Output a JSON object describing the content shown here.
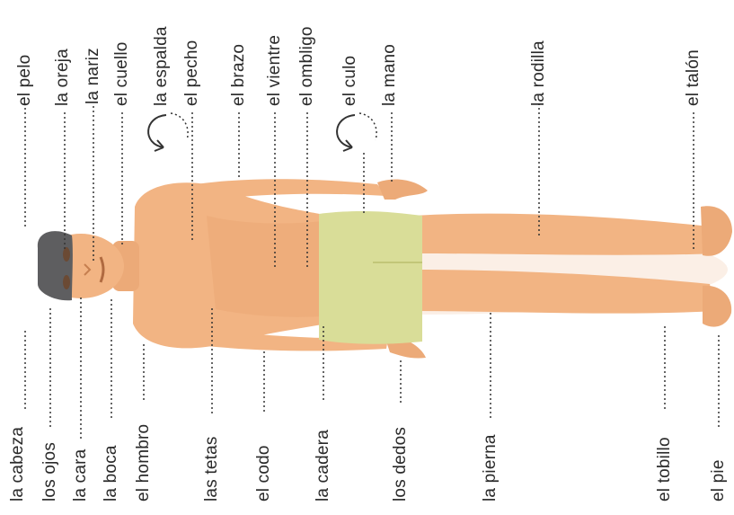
{
  "diagram": {
    "colors": {
      "skin": "#f2b483",
      "skin_shade": "#e39a67",
      "hair": "#5e5e60",
      "shorts": "#d9dd98",
      "leader": "#333333",
      "text": "#2a2a2a"
    },
    "labels_left": [
      {
        "id": "la-cabeza",
        "text": "la cabeza"
      },
      {
        "id": "los-ojos",
        "text": "los ojos"
      },
      {
        "id": "la-cara",
        "text": "la cara"
      },
      {
        "id": "la-boca",
        "text": "la boca"
      },
      {
        "id": "el-hombro",
        "text": "el hombro"
      },
      {
        "id": "las-tetas",
        "text": "las tetas"
      },
      {
        "id": "el-codo",
        "text": "el codo"
      },
      {
        "id": "la-cadera",
        "text": "la cadera"
      },
      {
        "id": "los-dedos",
        "text": "los dedos"
      },
      {
        "id": "la-pierna",
        "text": "la pierna"
      },
      {
        "id": "el-tobillo",
        "text": "el tobillo"
      },
      {
        "id": "el-pie",
        "text": "el pie"
      }
    ],
    "labels_right": [
      {
        "id": "el-pelo",
        "text": "el pelo"
      },
      {
        "id": "la-oreja",
        "text": "la oreja"
      },
      {
        "id": "la-nariz",
        "text": "la nariz"
      },
      {
        "id": "el-cuello",
        "text": "el cuello"
      },
      {
        "id": "la-espalda",
        "text": "la espalda"
      },
      {
        "id": "el-pecho",
        "text": "el pecho"
      },
      {
        "id": "el-brazo",
        "text": "el brazo"
      },
      {
        "id": "el-vientre",
        "text": "el vientre"
      },
      {
        "id": "el-ombligo",
        "text": "el ombligo"
      },
      {
        "id": "el-culo",
        "text": "el culo"
      },
      {
        "id": "la-mano",
        "text": "la mano"
      },
      {
        "id": "la-rodilla",
        "text": "la rodilla"
      },
      {
        "id": "el-talon",
        "text": "el talón"
      }
    ]
  }
}
